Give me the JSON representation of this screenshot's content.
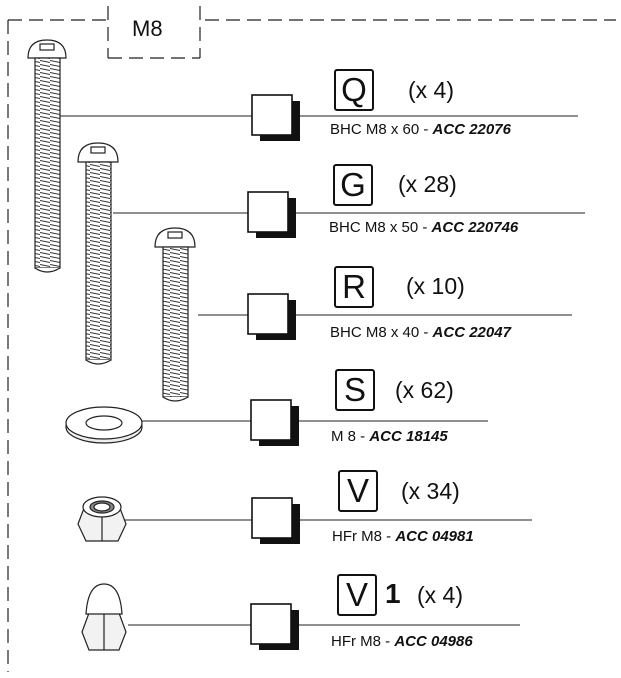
{
  "title": "M8",
  "items": [
    {
      "letter": "Q",
      "suffix": "",
      "qty": "(x 4)",
      "desc": "BHC M8 x 60 - ",
      "code": "ACC 22076"
    },
    {
      "letter": "G",
      "suffix": "",
      "qty": "(x 28)",
      "desc": "BHC M8 x 50 - ",
      "code": "ACC 220746"
    },
    {
      "letter": "R",
      "suffix": "",
      "qty": "(x 10)",
      "desc": "BHC M8 x 40 - ",
      "code": "ACC 22047"
    },
    {
      "letter": "S",
      "suffix": "",
      "qty": "(x 62)",
      "desc": "M 8  - ",
      "code": "ACC 18145"
    },
    {
      "letter": "V",
      "suffix": "",
      "qty": "(x 34)",
      "desc": "HFr M8 - ",
      "code": "ACC 04981"
    },
    {
      "letter": "V",
      "suffix": "1",
      "qty": "(x 4)",
      "desc": "HFr M8 - ",
      "code": "ACC 04986"
    }
  ]
}
